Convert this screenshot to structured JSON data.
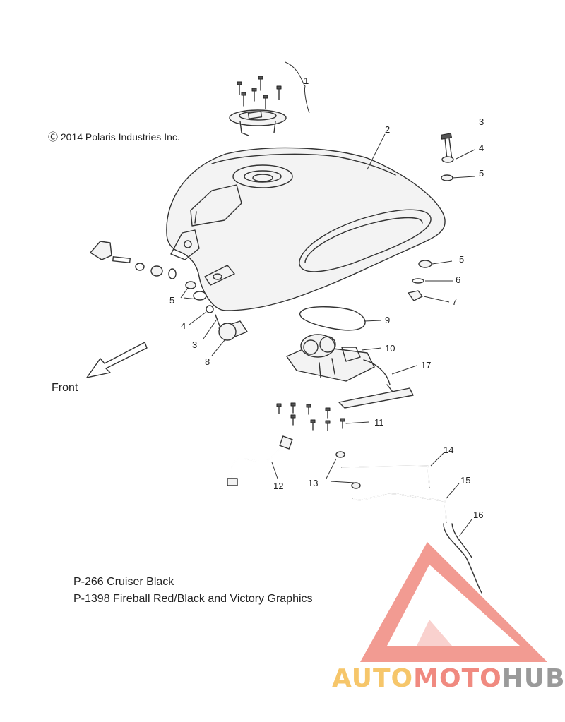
{
  "copyright": "Ⓒ 2014 Polaris Industries Inc.",
  "front_label": "Front",
  "notes": [
    "P-266  Cruiser Black",
    "P-1398 Fireball Red/Black and Victory Graphics"
  ],
  "callouts": [
    "1",
    "2",
    "3",
    "4",
    "5",
    "5",
    "6",
    "7",
    "9",
    "10",
    "17",
    "5",
    "4",
    "3",
    "8",
    "11",
    "14",
    "15",
    "13",
    "12",
    "16"
  ],
  "watermark": {
    "part1": "AUTO",
    "part2": "MOTO",
    "part3": "HUB"
  },
  "colors": {
    "watermark_red": "#f08a80",
    "watermark_yellow": "#f6c66a",
    "watermark_gray": "#9a9a9a",
    "line": "#333333"
  }
}
